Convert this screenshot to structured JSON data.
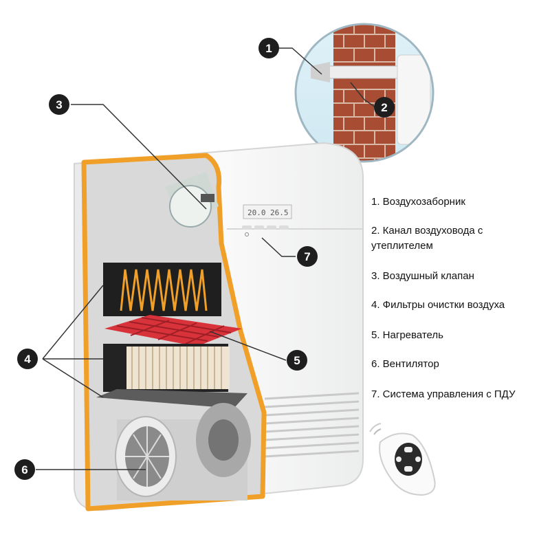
{
  "legend": [
    "1. Воздухозаборник",
    "2. Канал воздуховода с утеплителем",
    "3. Воздушный клапан",
    "4. Фильтры очистки воздуха",
    "5. Нагреватель",
    "6. Вентилятор",
    "7. Система управления  с ПДУ"
  ],
  "legend_lines": {
    "item2_line1": "2. Канал воздуховода с",
    "item2_line2": "утеплителем"
  },
  "callouts": [
    "1",
    "2",
    "3",
    "4",
    "5",
    "6",
    "7"
  ],
  "display": {
    "left": "20.0",
    "right": "26.5"
  },
  "colors": {
    "frame_orange": "#f0a028",
    "heater_red": "#d8333a",
    "brick": "#b5553a",
    "badge": "#1e1e1e"
  }
}
